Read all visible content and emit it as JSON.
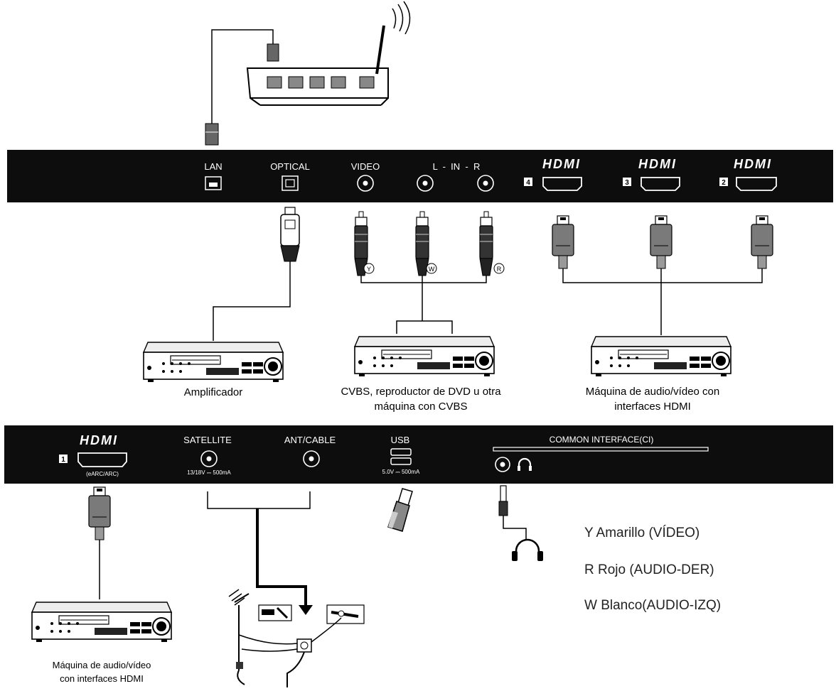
{
  "top_panel": {
    "lan_label": "LAN",
    "optical_label": "OPTICAL",
    "video_label": "VIDEO",
    "lr_label": "L  -  IN  -  R",
    "hdmi_logo": "HDMI",
    "hdmi_ports": [
      {
        "number": "4",
        "logo": "HDMI"
      },
      {
        "number": "3",
        "logo": "HDMI"
      },
      {
        "number": "2",
        "logo": "HDMI"
      }
    ]
  },
  "bottom_panel": {
    "hdmi_logo": "HDMI",
    "hdmi1_number": "1",
    "hdmi1_sublabel": "(eARC/ARC)",
    "satellite_label": "SATELLITE",
    "satellite_spec": "13/18V ⎓ 500mA",
    "antcable_label": "ANT/CABLE",
    "usb_label": "USB",
    "usb_spec": "5.0V ⎓ 500mA",
    "ci_label": "COMMON INTERFACE(CI)"
  },
  "rca_markers": [
    "Y",
    "W",
    "R"
  ],
  "devices": {
    "amplifier": "Amplificador",
    "cvbs_line1": "CVBS, reproductor de DVD u otra",
    "cvbs_line2": "máquina con CVBS",
    "hdmi_machine_line1": "Máquina de audio/vídeo con",
    "hdmi_machine_line2": "interfaces HDMI",
    "hdmi1_machine_line1": "Máquina de audio/vídeo",
    "hdmi1_machine_line2": "con interfaces HDMI"
  },
  "legend": [
    "Y Amarillo (VÍDEO)",
    "R Rojo (AUDIO-DER)",
    "W Blanco(AUDIO-IZQ)"
  ],
  "colors": {
    "panel": "#0d0d0d",
    "line": "#000000",
    "connector": "#7a7a7a"
  }
}
